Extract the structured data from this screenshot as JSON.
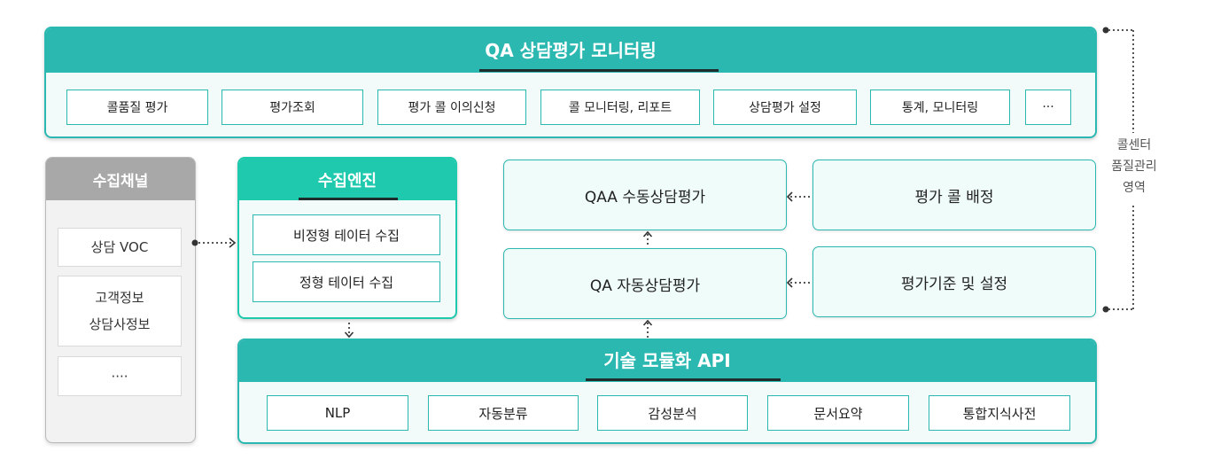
{
  "monitoring": {
    "title": "QA 상담평가 모니터링",
    "items": [
      "콜품질 평가",
      "평가조회",
      "평가 콜 이의신청",
      "콜 모니터링, 리포트",
      "상담평가 설정",
      "통계, 모니터링",
      "···"
    ]
  },
  "side_label": {
    "lines": [
      "콜센터",
      "품질관리",
      "영역"
    ]
  },
  "channel": {
    "title": "수집채널",
    "items": [
      {
        "lines": [
          "상담 VOC"
        ]
      },
      {
        "lines": [
          "고객정보",
          "상담사정보"
        ]
      },
      {
        "lines": [
          "····"
        ]
      }
    ]
  },
  "engine": {
    "title": "수집엔진",
    "items": [
      "비정형 테이터 수집",
      "정형 테이터 수집"
    ]
  },
  "process": {
    "qaa_manual": "QAA 수동상담평가",
    "call_assign": "평가 콜 배정",
    "qa_auto": "QA 자동상담평가",
    "criteria": "평가기준 및 설정"
  },
  "api": {
    "title": "기술 모듈화 API",
    "items": [
      "NLP",
      "자동분류",
      "감성분석",
      "문서요약",
      "통합지식사전"
    ]
  },
  "colors": {
    "teal": "#2bb8b0",
    "engine_teal": "#1ec9ad",
    "gray_header": "#a8a8a8",
    "panel_tint": "#f2fbfa"
  },
  "icons": {
    "arrow": "dotted-arrow",
    "bracket": "dotted-bracket"
  }
}
